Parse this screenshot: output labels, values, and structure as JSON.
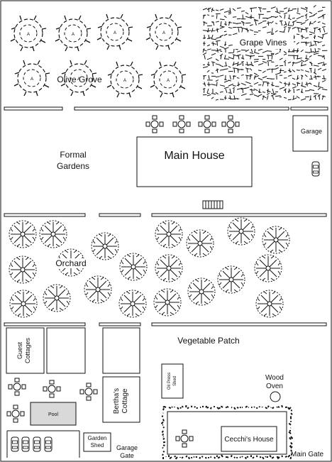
{
  "labels": {
    "olive_grove": "Olive Grove",
    "grape_vines": "Grape Vines",
    "garage": "Garage",
    "formal_gardens_1": "Formal",
    "formal_gardens_2": "Gardens",
    "main_house": "Main House",
    "orchard": "Orchard",
    "vegetable_patch": "Vegetable Patch",
    "guest_cottages_1": "Guest",
    "guest_cottages_2": "Cottages",
    "pool": "Pool",
    "berthas_cottage_1": "Bertha's",
    "berthas_cottage_2": "Cottage",
    "oil_press_shed_1": "Oil Press",
    "oil_press_shed_2": "Shed",
    "wood_oven_1": "Wood",
    "wood_oven_2": "Oven",
    "cecchis_house": "Cecchi's House",
    "garden_shed_1": "Garden",
    "garden_shed_2": "Shed",
    "garage_gate_1": "Garage",
    "garage_gate_2": "Gate",
    "main_gate": "Main Gate"
  },
  "icons": {
    "olive_tree": "olive-tree-icon",
    "fruit_tree": "fruit-tree-icon",
    "patio_table": "patio-table-icon",
    "car": "car-icon"
  },
  "colors": {
    "ink": "#111111",
    "pool_fill": "#d9d9d9",
    "wall": "#bbbbbb"
  }
}
